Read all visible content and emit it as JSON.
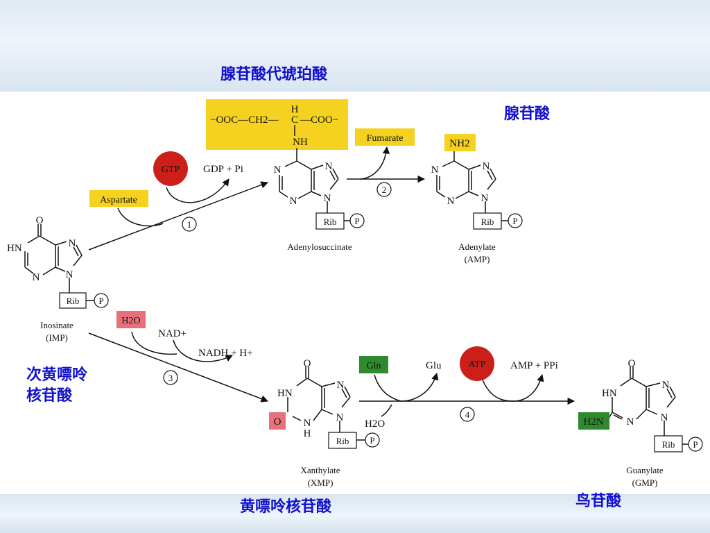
{
  "titles": {
    "adenylosuccinic_acid_cn": "腺苷酸代琥珀酸",
    "adenylate_cn": "腺苷酸",
    "imp_cn_line1": "次黄嘌呤",
    "imp_cn_line2": "核苷酸",
    "xmp_cn": "黄嘌呤核苷酸",
    "gmp_cn": "鸟苷酸"
  },
  "reagents": {
    "gtp": "GTP",
    "gdp_pi": "GDP + Pi",
    "aspartate": "Aspartate",
    "fumarate": "Fumarate",
    "h2o": "H2O",
    "nad": "NAD+",
    "nadh": "NADH + H+",
    "gln": "Gln",
    "glu": "Glu",
    "h2o_b": "H2O",
    "atp": "ATP",
    "amp_ppi": "AMP + PPi"
  },
  "steps": [
    "1",
    "2",
    "3",
    "4"
  ],
  "atoms": {
    "N": "N",
    "H": "H",
    "HN": "HN",
    "O": "O",
    "NH": "NH",
    "NH2": "NH2",
    "H2N": "H2N",
    "C": "C",
    "rib": "Rib",
    "p": "P",
    "succinyl_left": "−OOC—CH2—",
    "succinyl_right": "—COO−"
  },
  "compounds": {
    "imp_name": "Inosinate",
    "imp_abbr": "(IMP)",
    "adenylosuccinate_name": "Adenylosuccinate",
    "amp_name": "Adenylate",
    "amp_abbr": "(AMP)",
    "xmp_name": "Xanthylate",
    "xmp_abbr": "(XMP)",
    "gmp_name": "Guanylate",
    "gmp_abbr": "(GMP)"
  },
  "colors": {
    "title_blue": "#1111cc",
    "yellow_box": "#f5d21f",
    "red_circle": "#cc1f1a",
    "pink_box": "#e8707a",
    "green_box": "#2f8a2f"
  }
}
